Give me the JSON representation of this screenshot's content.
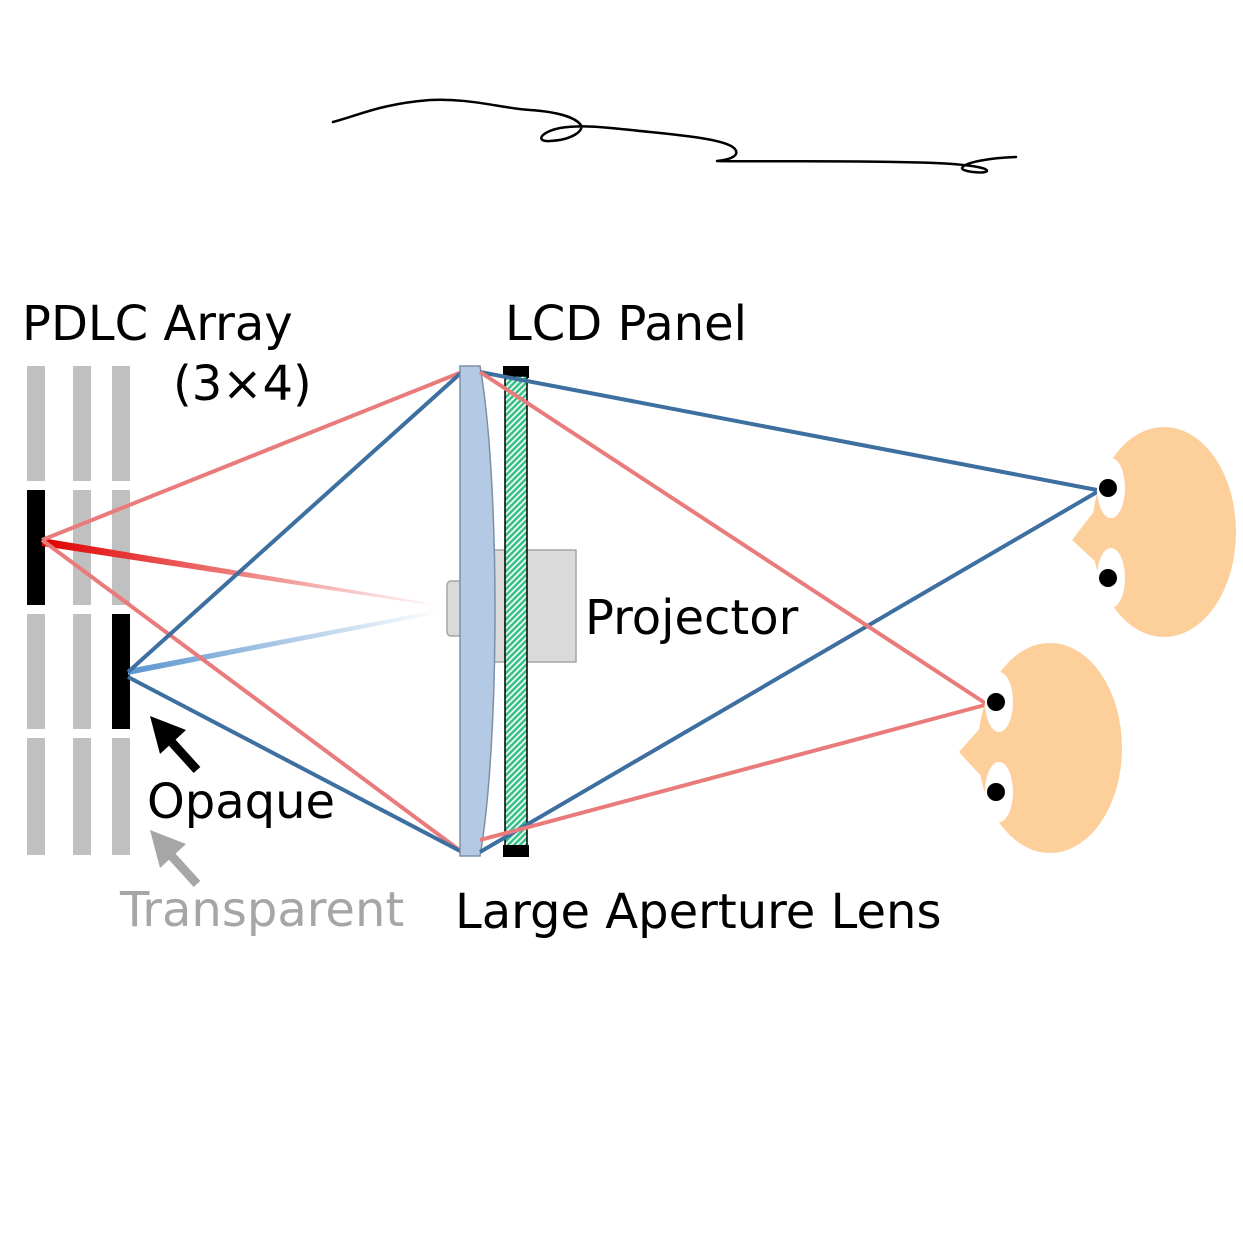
{
  "labels": {
    "pdlc_array": "PDLC Array",
    "pdlc_grid": "(3×4)",
    "lcd_panel": "LCD Panel",
    "projector": "Projector",
    "opaque": "Opaque",
    "transparent": "Transparent",
    "lens": "Large Aperture Lens"
  },
  "colors": {
    "red_ray": "#e97b7b",
    "red_ray_strong": "#e00000",
    "blue_ray": "#3d6fa0",
    "blue_ray_light": "#6a9fd0",
    "pdlc_transparent": "#c0c0c0",
    "pdlc_opaque": "#000000",
    "lens_fill": "#b4c9e3",
    "lcd_fill": "#3ac28a",
    "projector_fill": "#dadada",
    "face": "#fccf9b",
    "transparent_text": "#a6a6a6"
  },
  "pdlc": {
    "columns": 3,
    "rows": 4,
    "opaque_cells": [
      [
        0,
        1
      ],
      [
        2,
        2
      ]
    ]
  },
  "icons": [
    "signature-scribble",
    "opaque-arrow-icon",
    "transparent-arrow-icon",
    "viewer-face-icon"
  ]
}
